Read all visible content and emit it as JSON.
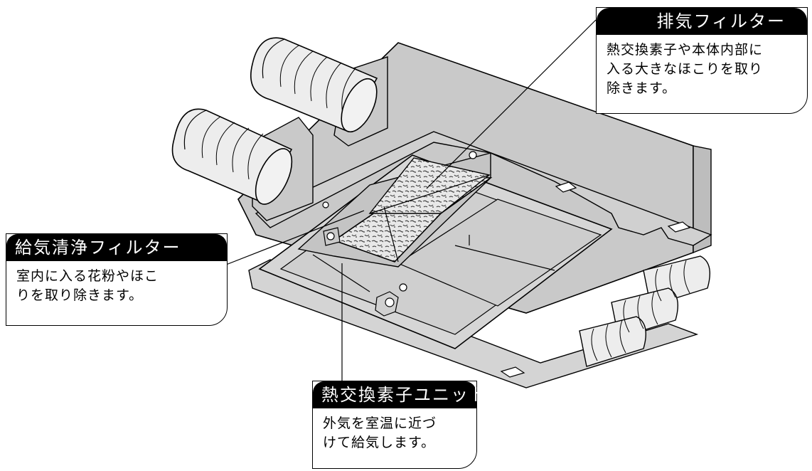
{
  "callouts": {
    "exhaust_filter": {
      "title": "排気フィルター",
      "description": "熱交換素子や本体内部に\n入る大きなほこりを取り\n除きます。"
    },
    "supply_filter": {
      "title": "給気清浄フィルター",
      "description": "室内に入る花粉やほこ\nりを取り除きます。"
    },
    "heat_exchanger_unit": {
      "title": "熱交換素子ユニット",
      "description": "外気を室温に近づ\nけて給気します。"
    }
  },
  "colors": {
    "body_fill": "#c9c9c9",
    "panel_fill": "#d6d6d6",
    "filter_fill": "#e8e8e8",
    "outline": "#000000",
    "callout_header": "#000000"
  }
}
